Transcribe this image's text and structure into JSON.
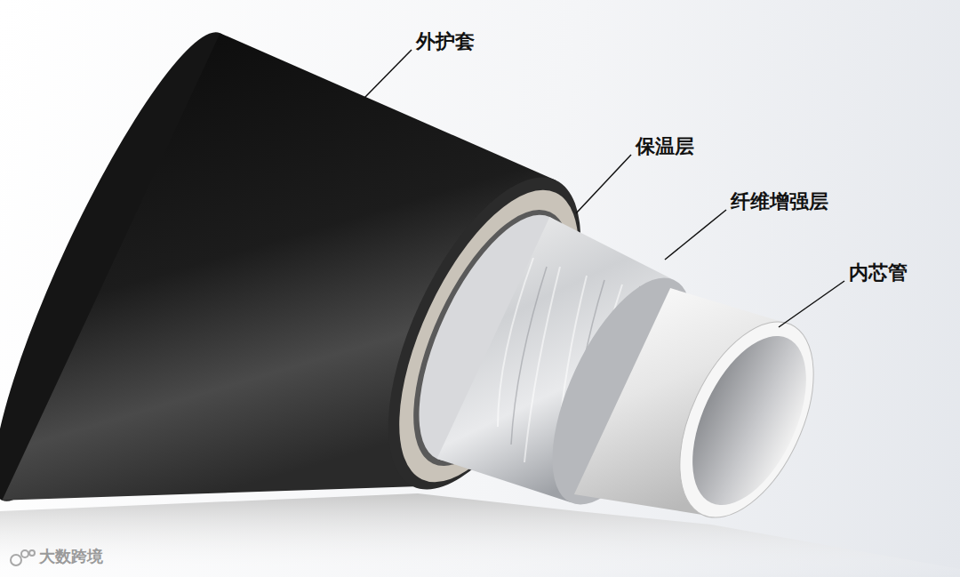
{
  "diagram": {
    "labels": [
      "外护套",
      "保温层",
      "纤维增强层",
      "内芯管",
      "大数跨境"
    ]
  }
}
